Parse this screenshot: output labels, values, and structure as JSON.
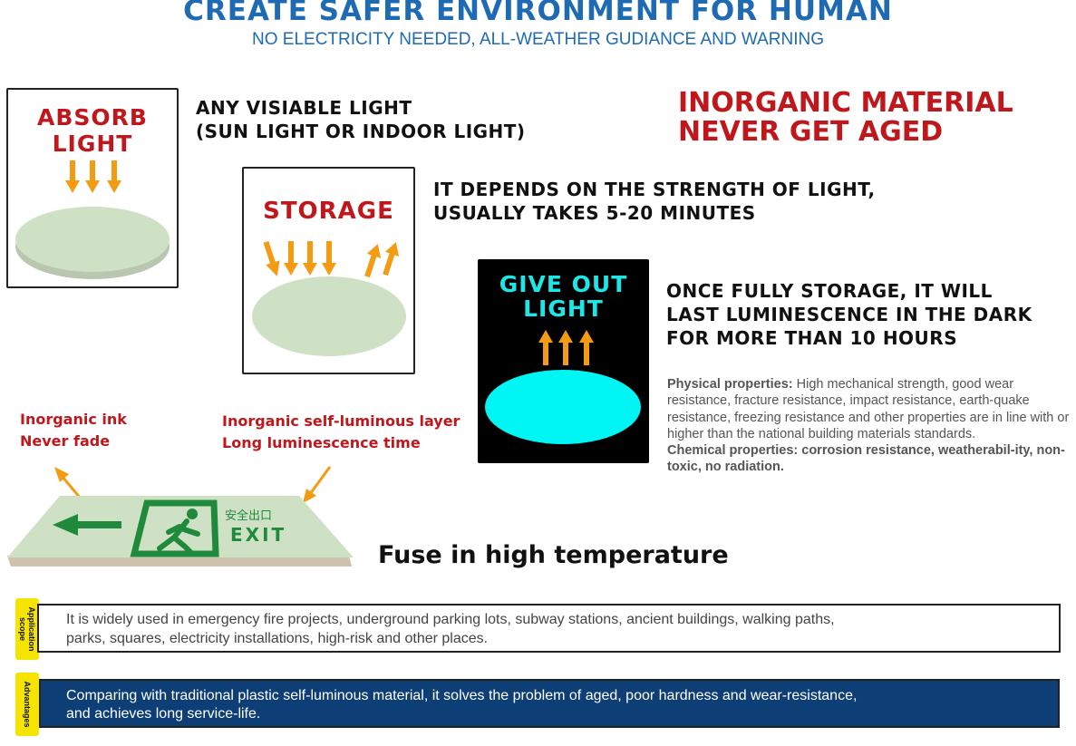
{
  "header": {
    "title": "CREATE SAFER ENVIRONMENT FOR HUMAN",
    "subtitle": "NO ELECTRICITY NEEDED, ALL-WEATHER GUDIANCE AND WARNING"
  },
  "steps": [
    {
      "card_line1": "ABSORB",
      "card_line2": "LIGHT",
      "desc_line1": "ANY VISIABLE LIGHT",
      "desc_line2": "(SUN LIGHT OR INDOOR LIGHT)"
    },
    {
      "card_line1": "STORAGE",
      "desc_line1": "IT DEPENDS ON THE STRENGTH OF LIGHT,",
      "desc_line2": "USUALLY TAKES 5-20 MINUTES"
    },
    {
      "card_line1": "GIVE OUT",
      "card_line2": "LIGHT",
      "desc_line1": "ONCE FULLY STORAGE, IT WILL",
      "desc_line2": "LAST LUMINESCENCE IN THE DARK",
      "desc_line3": "FOR MORE THAN 10 HOURS"
    }
  ],
  "highlight": {
    "line1": "INORGANIC MATERIAL",
    "line2": "NEVER GET AGED"
  },
  "properties": {
    "physical_label": "Physical properties:",
    "physical_text": " High mechanical strength, good wear resistance, fracture resistance, impact resistance, earth-quake resistance, freezing resistance and other properties are in line with or higher than the national building materials standards.",
    "chemical_label": "Chemical properties: corrosion resistance, weatherabil-ity, non-toxic, no radiation."
  },
  "sign_notes": {
    "left_line1": "Inorganic ink",
    "left_line2": "Never fade",
    "right_line1": "Inorganic self-luminous layer",
    "right_line2": "Long luminescence time"
  },
  "exit_sign": {
    "chinese": "安全出口",
    "english": "EXIT"
  },
  "fuse": "Fuse in high temperature",
  "application": {
    "tag": "Application scope",
    "line1": "It is widely used in emergency fire projects, underground parking lots, subway stations, ancient buildings, walking paths,",
    "line2": "parks, squares, electricity installations, high-risk and other places."
  },
  "advantages": {
    "tag": "Advantages",
    "line1": "Comparing with traditional plastic self-luminous material, it solves the problem of aged, poor hardness and wear-resistance,",
    "line2": "and achieves long service-life."
  },
  "colors": {
    "title_blue": "#1e6bb3",
    "accent_red": "#c0171c",
    "glow_green": "#cfe1c4",
    "glow_cyan": "#00f5f5",
    "arrow_orange": "#f29b13",
    "sign_green": "#1f8a3c",
    "advantage_navy": "#0d3e76",
    "tag_yellow": "#f5e400"
  }
}
